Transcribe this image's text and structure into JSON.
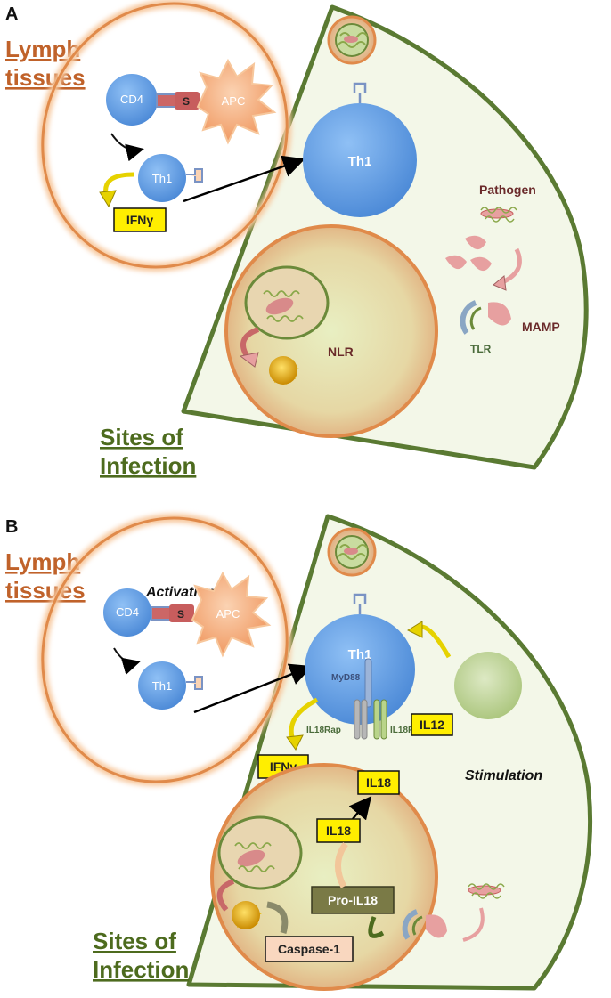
{
  "panel_a": {
    "letter": "A",
    "lymph_line1": "Lymph",
    "lymph_line2": "tissues",
    "cd4": "CD4",
    "apc": "APC",
    "s": "S",
    "th1_small": "Th1",
    "ifn": "IFNγ",
    "th1_big": "Th1",
    "pathogen": "Pathogen",
    "mamp": "MAMP",
    "tlr": "TLR",
    "nlr": "NLR",
    "sites_line1": "Sites of",
    "sites_line2": "Infection"
  },
  "panel_b": {
    "letter": "B",
    "lymph_line1": "Lymph",
    "lymph_line2": "tissues",
    "activation": "Activation",
    "cd4": "CD4",
    "apc": "APC",
    "s": "S",
    "th1_small": "Th1",
    "th1_big": "Th1",
    "myd88": "MyD88",
    "il18rap": "IL18Rap",
    "il18ra": "IL18Rα",
    "il12": "IL12",
    "ifn": "IFNγ",
    "il18_top": "IL18",
    "il18_mid": "IL18",
    "stimulation": "Stimulation",
    "pro_il18": "Pro-IL18",
    "caspase": "Caspase-1",
    "sites_line1": "Sites of",
    "sites_line2": "Infection"
  },
  "colors": {
    "cell_blue": "#5b9be0",
    "lymph_orange": "#e08a4a",
    "infection_green": "#5a7a32",
    "label_box_yellow": "#ffee00",
    "apc_orange": "#f0a878"
  }
}
